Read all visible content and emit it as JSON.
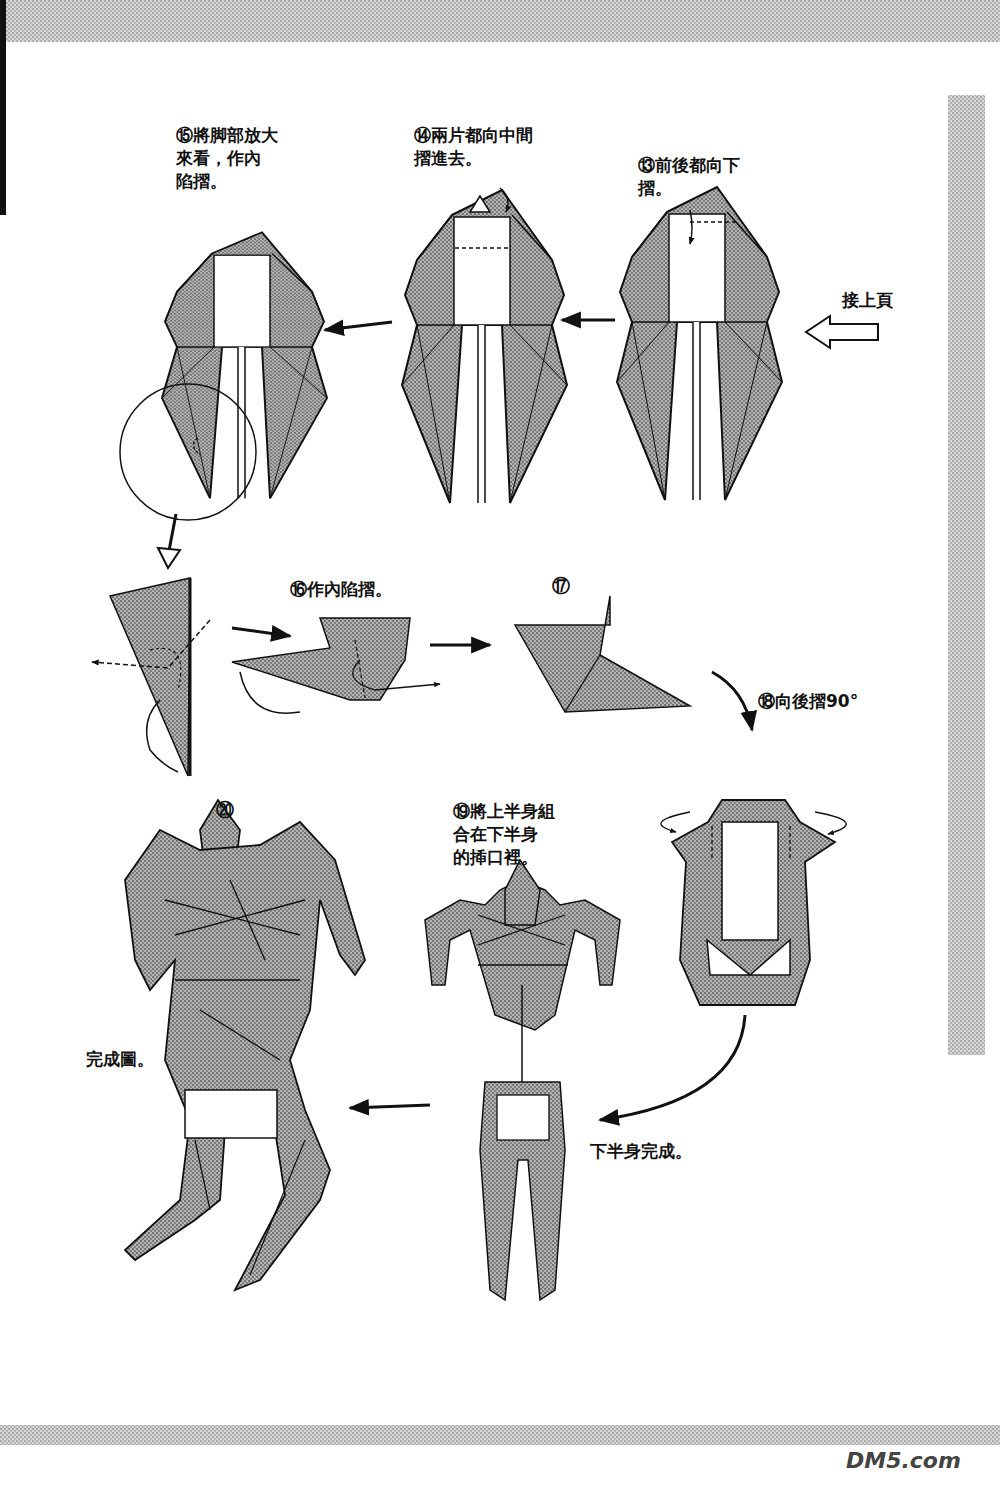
{
  "diagram": {
    "labels": [
      "⑮將脚部放大 來看，作內 陷摺。",
      "⑭兩片都向中間 摺進去。",
      "⑬前後都向下 摺。",
      "接上頁",
      "⑯作內陷摺。",
      "⑰",
      "⑱向後摺90°",
      "⑳",
      "⑲將上半身組 合在下半身 的揷口裡。",
      "完成圖。",
      "下半身完成。",
      "DM5.com"
    ]
  }
}
